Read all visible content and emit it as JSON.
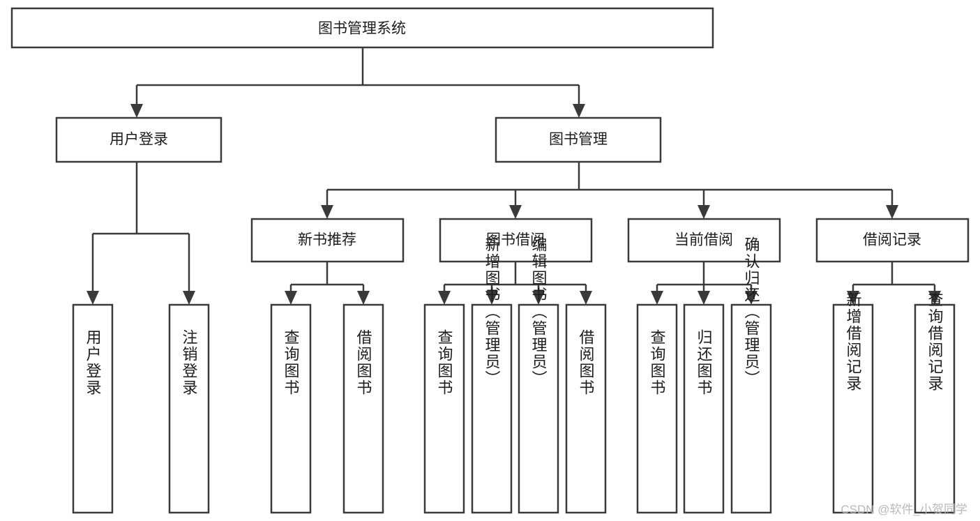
{
  "diagram": {
    "type": "tree-hierarchy-chart",
    "title": "图书管理系统",
    "watermark": "CSDN @软件_小贺同学",
    "colors": {
      "stroke": "#3a3a3a",
      "fill": "#ffffff",
      "text": "#1c1c1c",
      "watermark": "#b9b9b9"
    },
    "levels": {
      "root": {
        "label": "图书管理系统"
      },
      "level2": [
        {
          "id": "user-login",
          "label": "用户登录"
        },
        {
          "id": "book-management",
          "label": "图书管理"
        }
      ],
      "level3": [
        {
          "id": "new-book-recommend",
          "label": "新书推荐",
          "parent": "book-management"
        },
        {
          "id": "book-borrow",
          "label": "图书借阅",
          "parent": "book-management"
        },
        {
          "id": "current-borrow",
          "label": "当前借阅",
          "parent": "book-management"
        },
        {
          "id": "borrow-record",
          "label": "借阅记录",
          "parent": "book-management"
        }
      ],
      "leaves": [
        {
          "id": "leaf-user-login",
          "label": "用户登录",
          "parent": "user-login"
        },
        {
          "id": "leaf-logout-login",
          "label": "注销登录",
          "parent": "user-login"
        },
        {
          "id": "leaf-query-book-1",
          "label": "查询图书",
          "parent": "new-book-recommend"
        },
        {
          "id": "leaf-borrow-book-1",
          "label": "借阅图书",
          "parent": "new-book-recommend"
        },
        {
          "id": "leaf-query-book-2",
          "label": "查询图书",
          "parent": "book-borrow"
        },
        {
          "id": "leaf-add-book",
          "label": "新增图书（管理员）",
          "parent": "book-borrow"
        },
        {
          "id": "leaf-edit-book",
          "label": "编辑图书（管理员）",
          "parent": "book-borrow"
        },
        {
          "id": "leaf-borrow-book-2",
          "label": "借阅图书",
          "parent": "book-borrow"
        },
        {
          "id": "leaf-query-book-3",
          "label": "查询图书",
          "parent": "current-borrow"
        },
        {
          "id": "leaf-return-book",
          "label": "归还图书",
          "parent": "current-borrow"
        },
        {
          "id": "leaf-confirm-return",
          "label": "确认归还（管理员）",
          "parent": "current-borrow"
        },
        {
          "id": "leaf-add-record",
          "label": "新增借阅记录",
          "parent": "borrow-record"
        },
        {
          "id": "leaf-query-record",
          "label": "查询借阅记录",
          "parent": "borrow-record"
        }
      ]
    }
  }
}
